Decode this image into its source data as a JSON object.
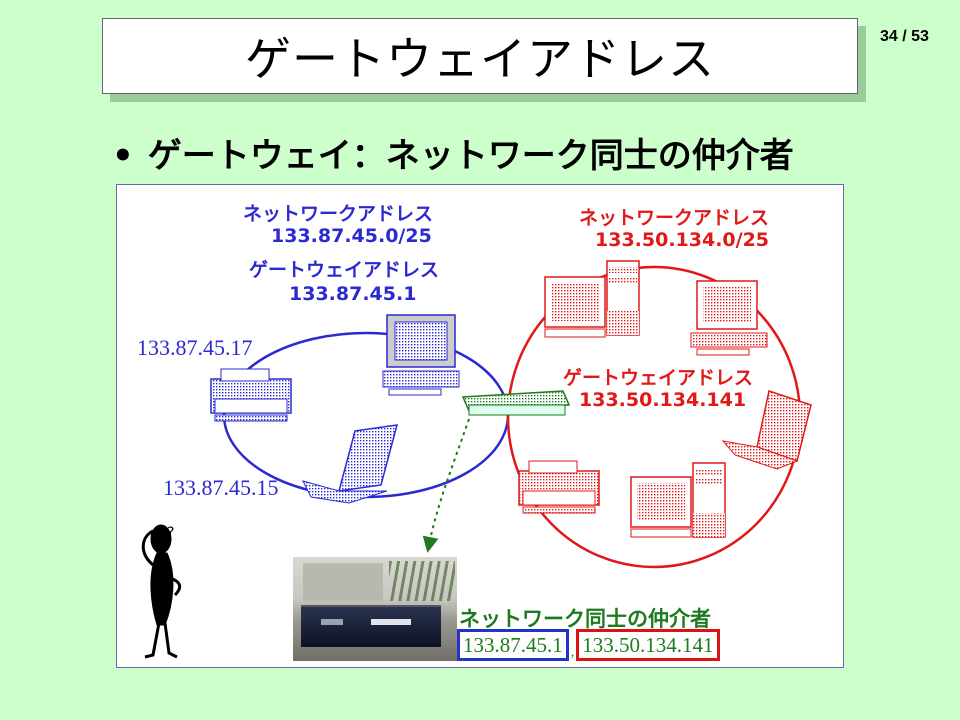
{
  "slide": {
    "title": "ゲートウェイアドレス",
    "page_number": "34 / 53",
    "bullet_marker": "•",
    "bullet_text": "ゲートウェイ：ネットワーク同士の仲介者"
  },
  "diagram": {
    "blue_network": {
      "network_label": "ネットワークアドレス",
      "network_address": "133.87.45.0/25",
      "gateway_label": "ゲートウェイアドレス",
      "gateway_address": "133.87.45.1",
      "host_printer_ip": "133.87.45.17",
      "host_laptop_ip": "133.87.45.15"
    },
    "red_network": {
      "network_label": "ネットワークアドレス",
      "network_address": "133.50.134.0/25",
      "gateway_label": "ゲートウェイアドレス",
      "gateway_address": "133.50.134.141"
    },
    "router_caption": {
      "title": "ネットワーク同士の仲介者",
      "ip_blue": "133.87.45.1",
      "separator": ",",
      "ip_red": "133.50.134.141"
    },
    "figure_question_mark": "?",
    "colors": {
      "blue": "#2a2ad0",
      "red": "#e01818",
      "green": "#1e7a1e",
      "background": "#ccffcc"
    }
  }
}
